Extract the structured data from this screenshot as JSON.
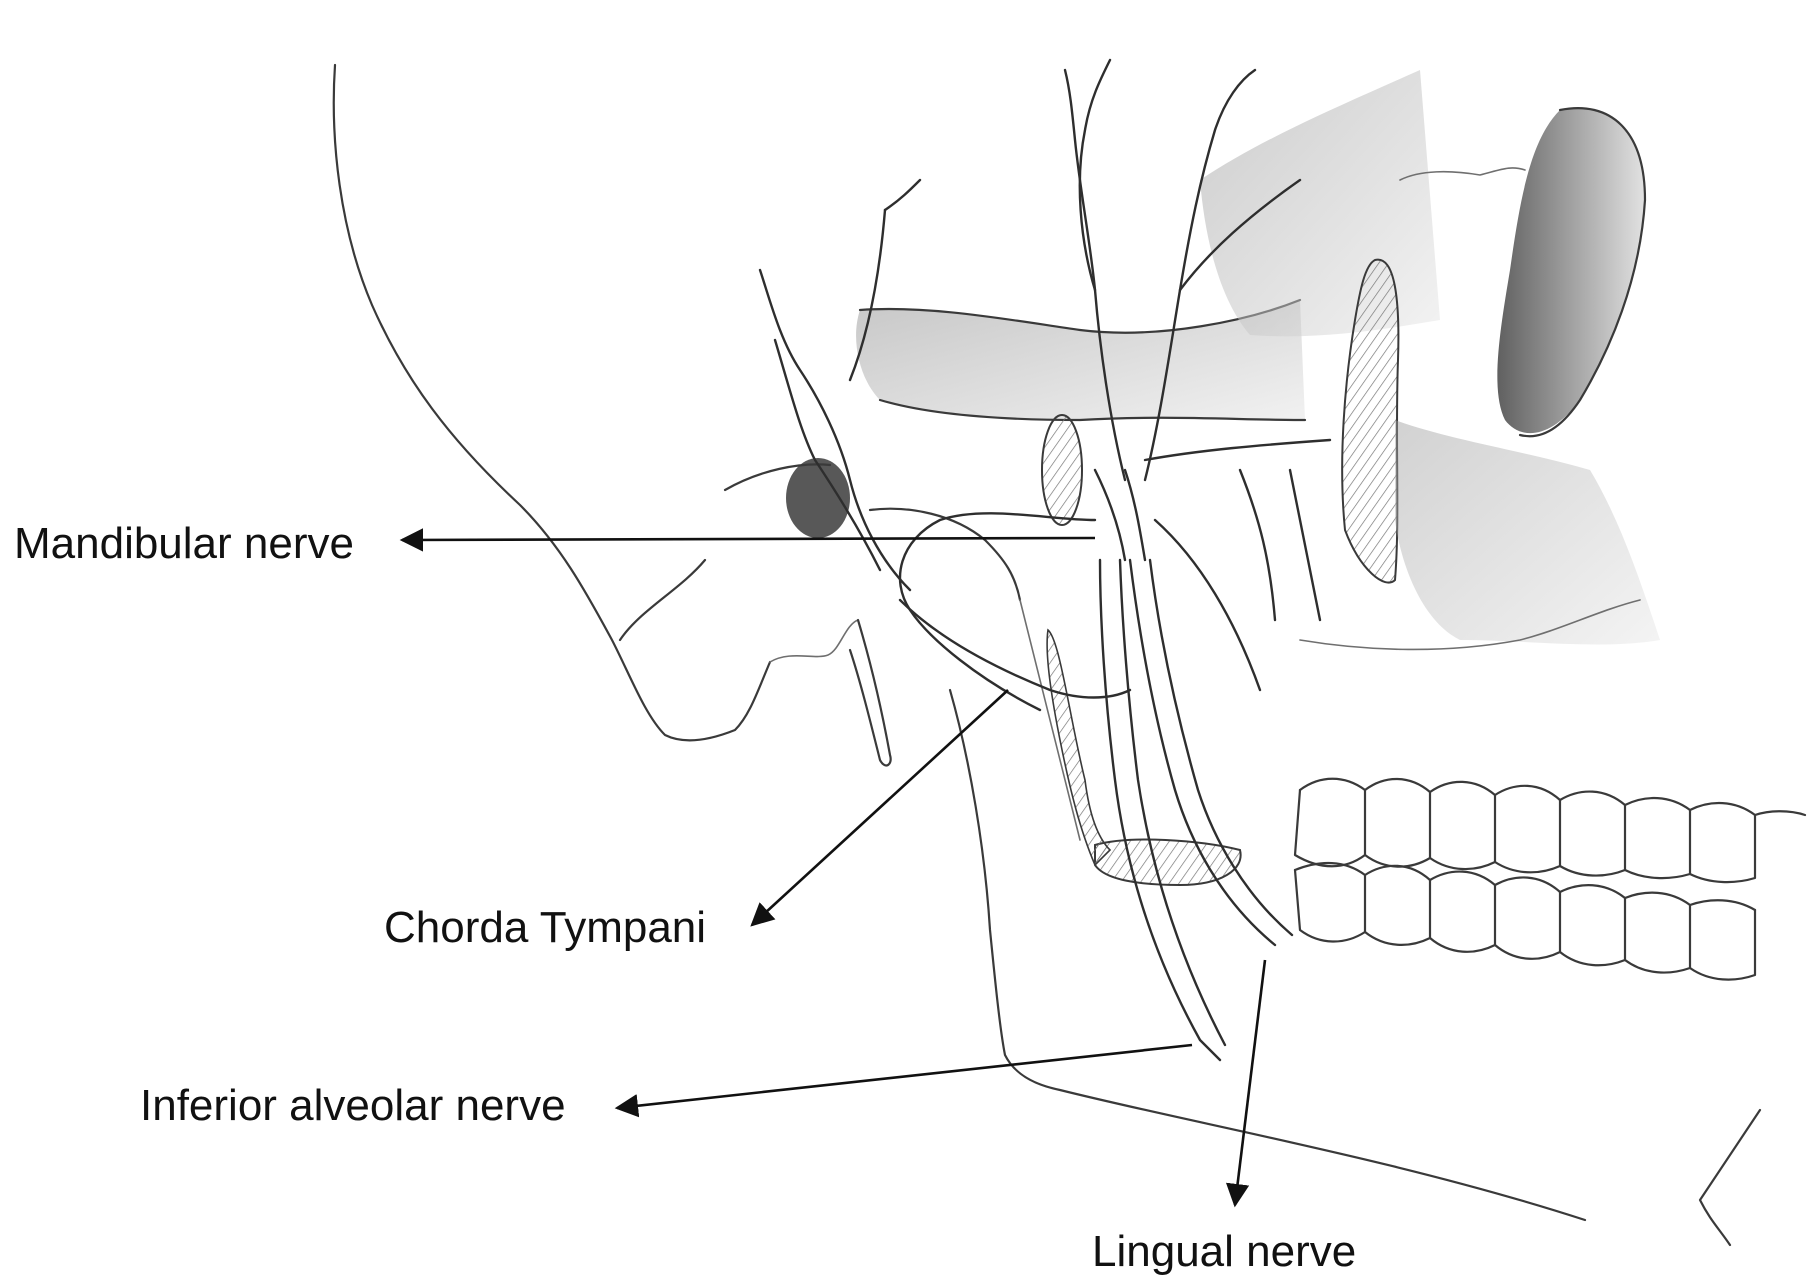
{
  "colors": {
    "background": "#ffffff",
    "ink": "#111111",
    "sketch": "#3a3a3a",
    "shading": "#8a8a8a"
  },
  "labels": {
    "mandibular_nerve": "Mandibular nerve",
    "chorda_tympani": "Chorda Tympani",
    "inferior_alveolar_nerve": "Inferior alveolar nerve",
    "lingual_nerve": "Lingual nerve"
  }
}
